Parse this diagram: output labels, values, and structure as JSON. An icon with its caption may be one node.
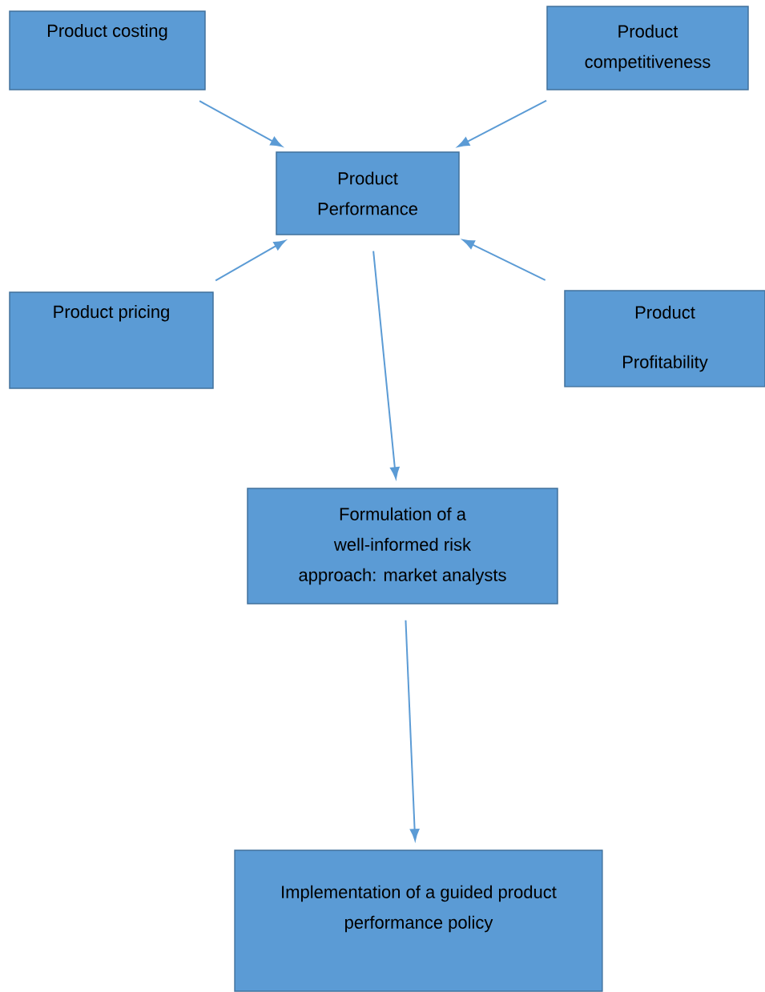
{
  "diagram": {
    "nodes": [
      {
        "text": [
          "Product costing"
        ]
      },
      {
        "text": [
          "Product competitiveness"
        ]
      },
      {
        "text": [
          "Product Performance"
        ]
      },
      {
        "text": [
          "Product pricing"
        ]
      },
      {
        "text": [
          "Product Profitability"
        ]
      },
      {
        "text": [
          "Formulation of a well-informed risk approach: market analysts"
        ]
      },
      {
        "text": [
          "Implementation of a guided product performance policy"
        ]
      }
    ],
    "edges": [
      {
        "from": 0,
        "to": 2,
        "arrow": "to"
      },
      {
        "from": 1,
        "to": 2,
        "arrow": "to"
      },
      {
        "from": 3,
        "to": 2,
        "arrow": "to"
      },
      {
        "from": 4,
        "to": 2,
        "arrow": "to"
      },
      {
        "from": 2,
        "to": 5,
        "arrow": "to"
      },
      {
        "from": 5,
        "to": 6,
        "arrow": "to"
      }
    ]
  }
}
